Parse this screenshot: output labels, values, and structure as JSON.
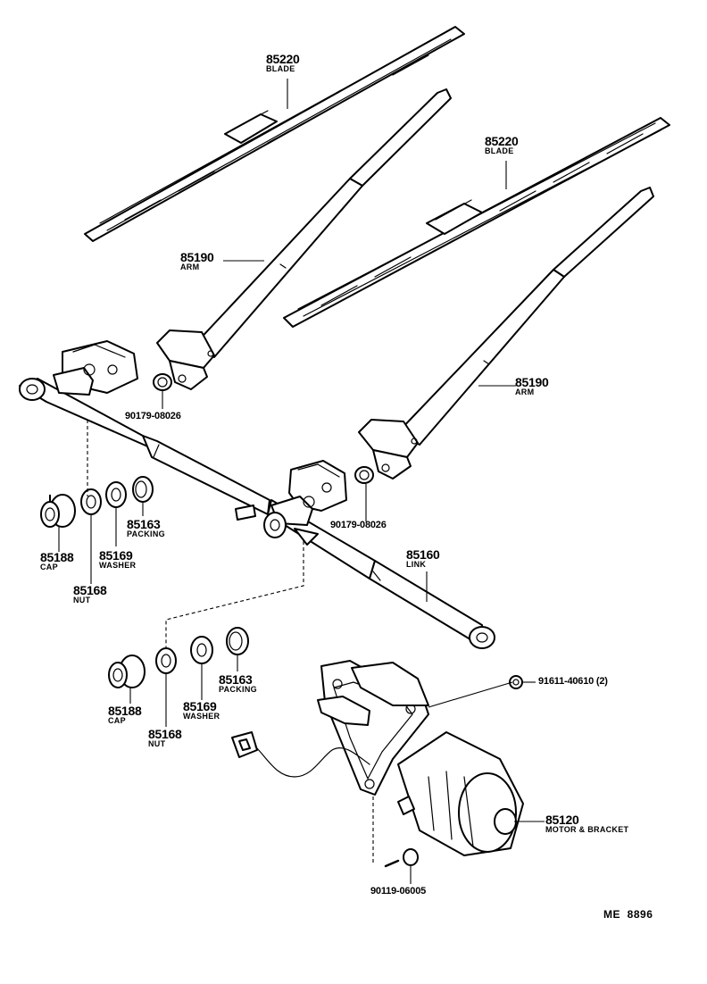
{
  "labels": {
    "blade_upper": {
      "number": "85220",
      "name": "BLADE"
    },
    "blade_lower": {
      "number": "85220",
      "name": "BLADE"
    },
    "arm_upper": {
      "number": "85190",
      "name": "ARM"
    },
    "arm_lower": {
      "number": "85190",
      "name": "ARM"
    },
    "nut_arm_upper": {
      "number": "90179-08026"
    },
    "nut_arm_lower": {
      "number": "90179-08026"
    },
    "link": {
      "number": "85160",
      "name": "LINK"
    },
    "cap_left": {
      "number": "85188",
      "name": "CAP"
    },
    "washer_left": {
      "number": "85169",
      "name": "WASHER"
    },
    "packing_left": {
      "number": "85163",
      "name": "PACKING"
    },
    "nut_left": {
      "number": "85168",
      "name": "NUT"
    },
    "cap_lower": {
      "number": "85188",
      "name": "CAP"
    },
    "washer_lower": {
      "number": "85169",
      "name": "WASHER"
    },
    "packing_lower": {
      "number": "85163",
      "name": "PACKING"
    },
    "nut_lower": {
      "number": "85168",
      "name": "NUT"
    },
    "bolt_motor": {
      "number": "91611-40610 (2)"
    },
    "motor": {
      "number": "85120",
      "name": "MOTOR & BRACKET"
    },
    "screw_motor": {
      "number": "90119-06005"
    }
  },
  "reference": "ME  8896"
}
